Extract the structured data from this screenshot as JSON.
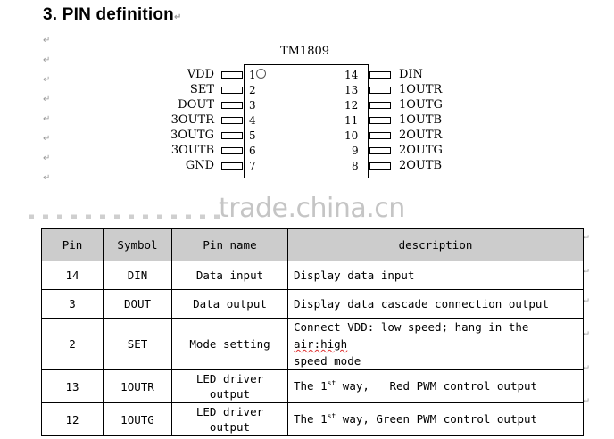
{
  "section": {
    "number": "3.",
    "title": "PIN definition"
  },
  "chip": {
    "name": "TM1809",
    "left_pins": [
      {
        "num": "1",
        "label": "VDD"
      },
      {
        "num": "2",
        "label": "SET"
      },
      {
        "num": "3",
        "label": "DOUT"
      },
      {
        "num": "4",
        "label": "3OUTR"
      },
      {
        "num": "5",
        "label": "3OUTG"
      },
      {
        "num": "6",
        "label": "3OUTB"
      },
      {
        "num": "7",
        "label": "GND"
      }
    ],
    "right_pins": [
      {
        "num": "14",
        "label": "DIN"
      },
      {
        "num": "13",
        "label": "1OUTR"
      },
      {
        "num": "12",
        "label": "1OUTG"
      },
      {
        "num": "11",
        "label": "1OUTB"
      },
      {
        "num": "10",
        "label": "2OUTR"
      },
      {
        "num": "9",
        "label": "2OUTG"
      },
      {
        "num": "8",
        "label": "2OUTB"
      }
    ]
  },
  "watermark": "trade.china.cn",
  "table": {
    "headers": [
      "Pin",
      "Symbol",
      "Pin name",
      "description"
    ],
    "rows": [
      {
        "pin": "14",
        "symbol": "DIN",
        "name": "Data input",
        "desc": "Display data input"
      },
      {
        "pin": "3",
        "symbol": "DOUT",
        "name": "Data output",
        "desc": "Display data cascade connection output"
      },
      {
        "pin": "2",
        "symbol": "SET",
        "name": "Mode setting",
        "desc_a": "Connect VDD: low speed; hang in the ",
        "desc_b": "air:high",
        "desc_c": "speed mode"
      },
      {
        "pin": "13",
        "symbol": "1OUTR",
        "name": "LED driver output",
        "desc_pre": "The 1",
        "desc_sup": "st",
        "desc_post": " way,   Red PWM control output"
      },
      {
        "pin": "12",
        "symbol": "1OUTG",
        "name": "LED driver output",
        "desc_pre": "The 1",
        "desc_sup": "st",
        "desc_post": " way, Green PWM control output"
      }
    ]
  }
}
